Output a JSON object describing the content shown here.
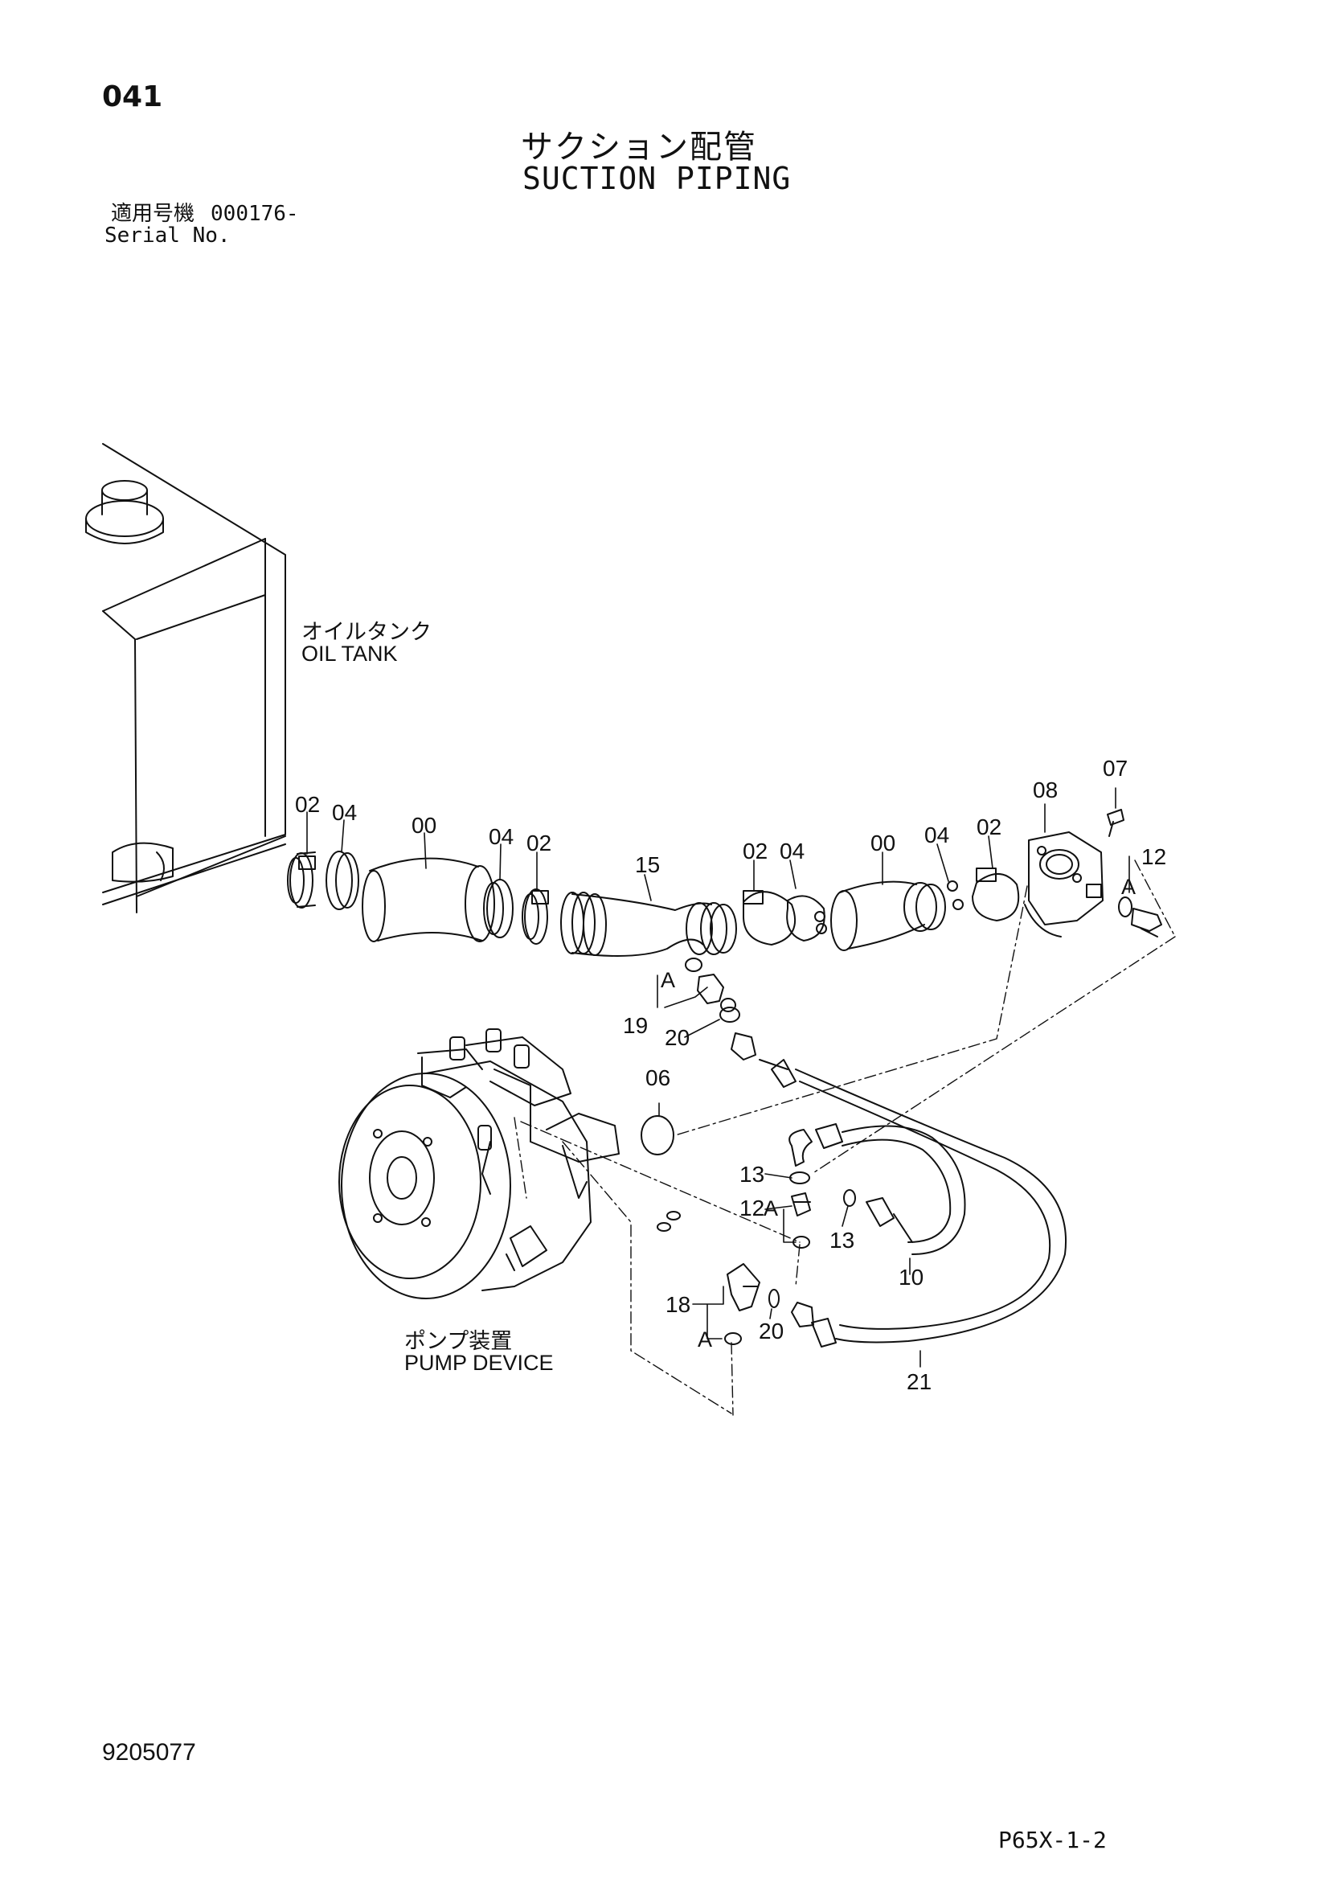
{
  "header": {
    "page_number": "041",
    "title_jp": "サクション配管",
    "title_en": "SUCTION PIPING",
    "serial_label_jp": "適用号機",
    "serial_value": "000176-",
    "serial_label_en": "Serial No."
  },
  "labels": {
    "oil_tank_jp": "オイルタンク",
    "oil_tank_en": "OIL TANK",
    "pump_jp": "ポンプ装置",
    "pump_en": "PUMP DEVICE",
    "view_mark": "A"
  },
  "callouts": {
    "c02a": "02",
    "c04a": "04",
    "c00a": "00",
    "c04b": "04",
    "c02b": "02",
    "c15": "15",
    "c02c": "02",
    "c04c": "04",
    "c00b": "00",
    "c04d": "04",
    "c02d": "02",
    "c08": "08",
    "c07": "07",
    "c12a": "12",
    "c19": "19",
    "c20a": "20",
    "c06": "06",
    "c13a": "13",
    "c12b": "12",
    "c13b": "13",
    "c10": "10",
    "c18": "18",
    "c20b": "20",
    "c21": "21"
  },
  "footer": {
    "document_number": "9205077",
    "reference_code": "P65X-1-2"
  }
}
